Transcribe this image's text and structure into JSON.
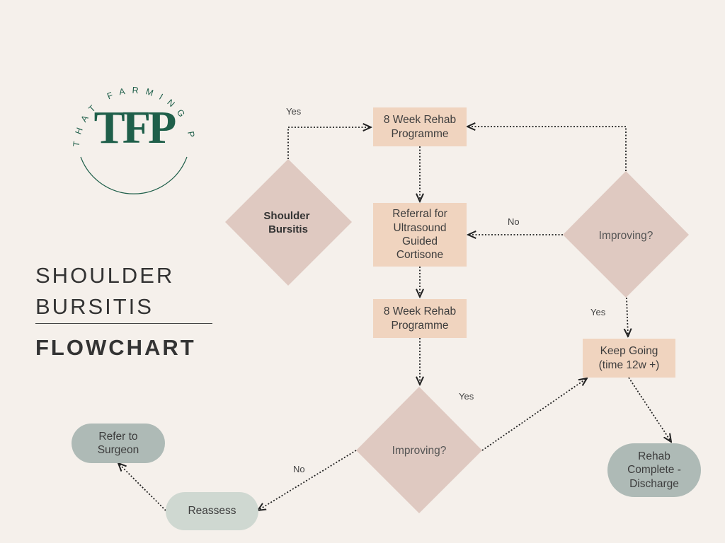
{
  "logo": {
    "text_ring": "THAT FARMING PHYSIO",
    "monogram": "TFP",
    "color": "#1f5f4a"
  },
  "title": {
    "line1": "SHOULDER\nBURSITIS",
    "line2": "FLOWCHART"
  },
  "colors": {
    "background": "#f5f0eb",
    "diamond": "#dfc9c1",
    "rect": "#f0d4bf",
    "pill_dark": "#aebab6",
    "pill_light": "#cfd8d1"
  },
  "nodes": {
    "start": "Shoulder\nBursitis",
    "rehab1": "8 Week Rehab\nProgramme",
    "referral": "Referral for\nUltrasound\nGuided\nCortisone",
    "rehab2": "8 Week Rehab\nProgramme",
    "improving_top": "Improving?",
    "improving_bottom": "Improving?",
    "keep_going": "Keep Going\n(time 12w +)",
    "discharge": "Rehab\nComplete -\nDischarge",
    "reassess": "Reassess",
    "surgeon": "Refer to\nSurgeon"
  },
  "edge_labels": {
    "start_yes": "Yes",
    "top_no": "No",
    "top_yes": "Yes",
    "bottom_yes": "Yes",
    "bottom_no": "No"
  }
}
